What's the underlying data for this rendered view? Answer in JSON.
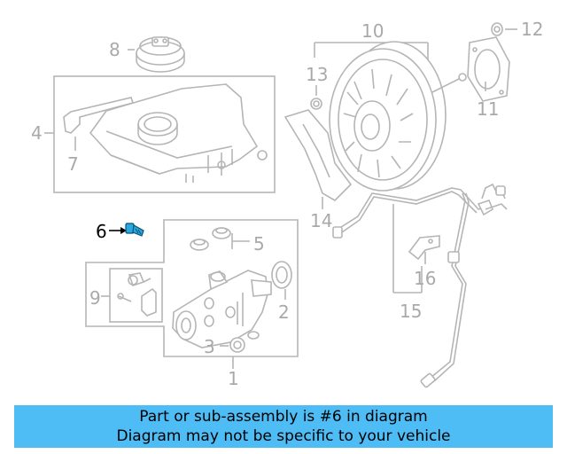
{
  "accent_color": "#4ebdf5",
  "highlight_color": "#29a8e0",
  "callouts": {
    "c1": "1",
    "c2": "2",
    "c3": "3",
    "c4": "4",
    "c5": "5",
    "c6": "6",
    "c7": "7",
    "c8": "8",
    "c9": "9",
    "c10": "10",
    "c11": "11",
    "c12": "12",
    "c13": "13",
    "c14": "14",
    "c15": "15",
    "c16": "16"
  },
  "highlighted_part": "6",
  "banner": {
    "line1": "Part or sub-assembly is #6 in diagram",
    "line2": "Diagram may not be specific to your vehicle"
  }
}
